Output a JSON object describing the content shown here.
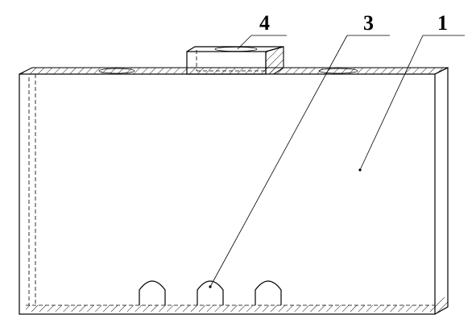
{
  "callouts": [
    {
      "id": "4",
      "text": "4"
    },
    {
      "id": "3",
      "text": "3"
    },
    {
      "id": "1",
      "text": "1"
    }
  ]
}
